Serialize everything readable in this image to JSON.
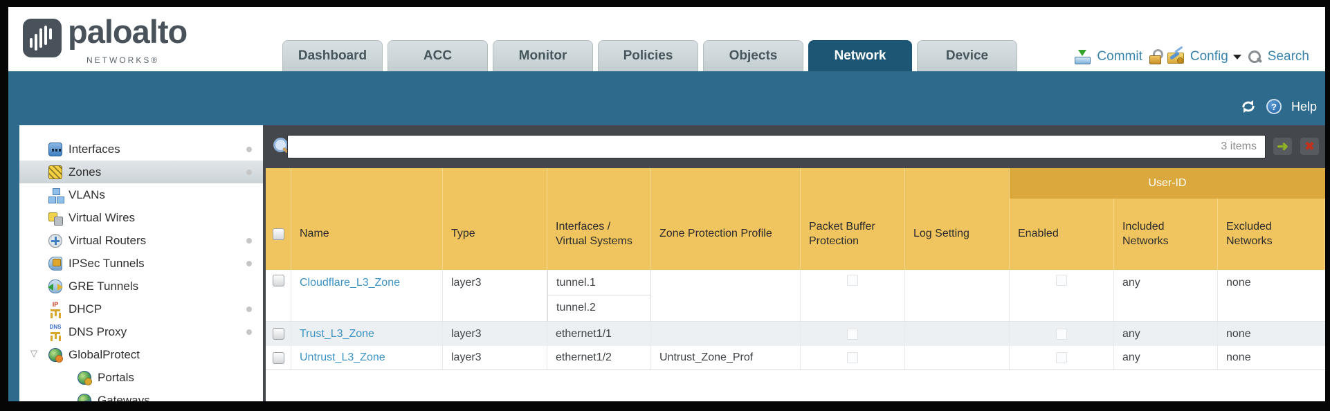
{
  "header": {
    "brand": {
      "name": "paloalto",
      "sub": "NETWORKS®"
    },
    "tabs": [
      {
        "label": "Dashboard",
        "active": false
      },
      {
        "label": "ACC",
        "active": false
      },
      {
        "label": "Monitor",
        "active": false
      },
      {
        "label": "Policies",
        "active": false
      },
      {
        "label": "Objects",
        "active": false
      },
      {
        "label": "Network",
        "active": true
      },
      {
        "label": "Device",
        "active": false
      }
    ],
    "actions": {
      "commit": "Commit",
      "config": "Config",
      "search": "Search"
    }
  },
  "toolbar": {
    "help_label": "Help",
    "help_glyph": "?"
  },
  "filter_bar": {
    "value": "",
    "items_count": "3 items",
    "apply_glyph": "➜",
    "clear_glyph": "✖"
  },
  "sidebar": {
    "items": [
      {
        "label": "Interfaces",
        "icon": "interfaces-icon",
        "dot": true,
        "selected": false
      },
      {
        "label": "Zones",
        "icon": "zones-icon",
        "dot": true,
        "selected": true
      },
      {
        "label": "VLANs",
        "icon": "vlans-icon",
        "dot": false,
        "selected": false
      },
      {
        "label": "Virtual Wires",
        "icon": "virtual-wires-icon",
        "dot": false,
        "selected": false
      },
      {
        "label": "Virtual Routers",
        "icon": "virtual-routers-icon",
        "dot": true,
        "selected": false
      },
      {
        "label": "IPSec Tunnels",
        "icon": "ipsec-tunnels-icon",
        "dot": true,
        "selected": false
      },
      {
        "label": "GRE Tunnels",
        "icon": "gre-tunnels-icon",
        "dot": false,
        "selected": false
      },
      {
        "label": "DHCP",
        "icon": "dhcp-icon",
        "dot": true,
        "selected": false
      },
      {
        "label": "DNS Proxy",
        "icon": "dns-proxy-icon",
        "dot": true,
        "selected": false
      },
      {
        "label": "GlobalProtect",
        "icon": "globalprotect-icon",
        "dot": false,
        "selected": false,
        "expanded": true
      },
      {
        "label": "Portals",
        "icon": "portals-icon",
        "dot": false,
        "selected": false,
        "indent": 1
      },
      {
        "label": "Gateways",
        "icon": "gateways-icon",
        "dot": false,
        "selected": false,
        "indent": 1
      }
    ]
  },
  "icons": {
    "expander_glyph": "▽",
    "dhcp_label": "IP",
    "dns_label": "DNS"
  },
  "table": {
    "group_header": "User-ID",
    "columns": [
      "Name",
      "Type",
      "Interfaces / Virtual Systems",
      "Zone Protection Profile",
      "Packet Buffer Protection",
      "Log Setting",
      "Enabled",
      "Included Networks",
      "Excluded Networks"
    ],
    "rows": [
      {
        "name": "Cloudflare_L3_Zone",
        "type": "layer3",
        "interfaces": [
          "tunnel.1",
          "tunnel.2"
        ],
        "zone_protection_profile": "",
        "packet_buffer_protection": false,
        "log_setting": "",
        "user_id_enabled": false,
        "included_networks": "any",
        "excluded_networks": "none"
      },
      {
        "name": "Trust_L3_Zone",
        "type": "layer3",
        "interfaces": [
          "ethernet1/1"
        ],
        "zone_protection_profile": "",
        "packet_buffer_protection": false,
        "log_setting": "",
        "user_id_enabled": false,
        "included_networks": "any",
        "excluded_networks": "none"
      },
      {
        "name": "Untrust_L3_Zone",
        "type": "layer3",
        "interfaces": [
          "ethernet1/2"
        ],
        "zone_protection_profile": "Untrust_Zone_Prof",
        "packet_buffer_protection": false,
        "log_setting": "",
        "user_id_enabled": false,
        "included_networks": "any",
        "excluded_networks": "none"
      }
    ]
  },
  "colors": {
    "teal_band": "#2e6a8b",
    "active_tab": "#1d5674",
    "header_orange": "#f0c45e",
    "user_id_band": "#dba83e",
    "dark_strip": "#44484d",
    "link_blue": "#3a93c4",
    "alt_row": "#edf0f3"
  }
}
